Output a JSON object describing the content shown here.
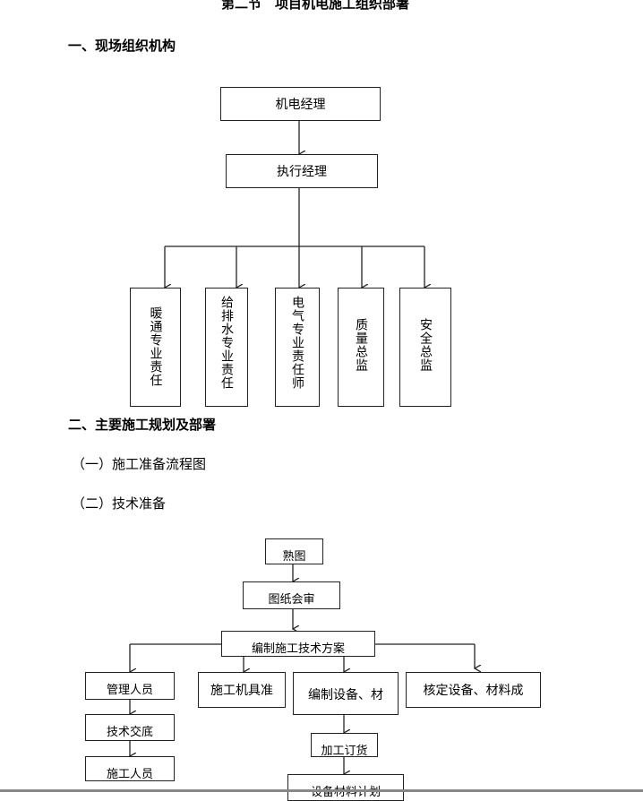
{
  "section_title": "第二节　项目机电施工组织部署",
  "heading_1": "一、现场组织机构",
  "org_chart": {
    "top": "机电经理",
    "second": "执行经理",
    "children": [
      "暖通专业责任",
      "给排水专业责任",
      "电气专业责任师",
      "质量总监",
      "安全总监"
    ]
  },
  "heading_2": "二、主要施工规划及部署",
  "sub_1": "（一）施工准备流程图",
  "sub_2": "（二）技术准备",
  "flow": {
    "n1": "熟图",
    "n2": "图纸会审",
    "n3": "编制施工技术方案",
    "left_1": "管理人员",
    "left_2": "技术交底",
    "left_3": "施工人员",
    "mid_1": "施工机具准",
    "mid_2": "编制设备、材",
    "mid_3": "加工订货",
    "mid_4": "设备材料计划",
    "right_1": "核定设备、材料成"
  }
}
